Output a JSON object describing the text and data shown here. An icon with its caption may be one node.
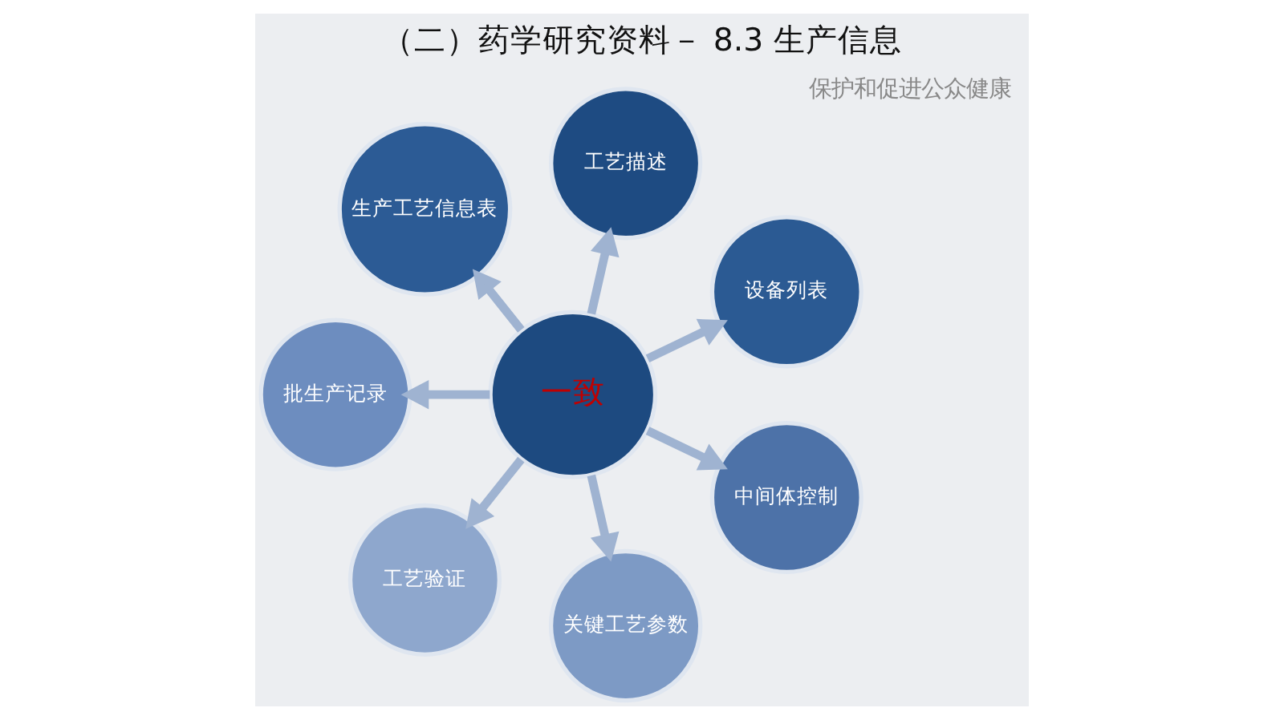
{
  "diagram": {
    "title": "（二）药学研究资料－ 8.3 生产信息",
    "nodes": [
      {
        "text": [
          "一致"
        ]
      },
      {
        "text": [
          "工艺描述"
        ]
      },
      {
        "text": [
          "设备列表"
        ]
      },
      {
        "text": [
          "中间体控制"
        ]
      },
      {
        "text": [
          "关键工艺参数"
        ]
      },
      {
        "text": [
          "工艺验证"
        ]
      },
      {
        "text": [
          "批生产记录"
        ]
      },
      {
        "text": [
          "生产工艺信息表"
        ]
      }
    ],
    "edges": [
      {
        "from": 0,
        "to": 1,
        "arrow": "to"
      },
      {
        "from": 0,
        "to": 2,
        "arrow": "to"
      },
      {
        "from": 0,
        "to": 3,
        "arrow": "to"
      },
      {
        "from": 0,
        "to": 4,
        "arrow": "to"
      },
      {
        "from": 0,
        "to": 5,
        "arrow": "to"
      },
      {
        "from": 0,
        "to": 6,
        "arrow": "to"
      },
      {
        "from": 0,
        "to": 7,
        "arrow": "to"
      }
    ],
    "labels": [
      "保护和促进公众健康"
    ]
  }
}
